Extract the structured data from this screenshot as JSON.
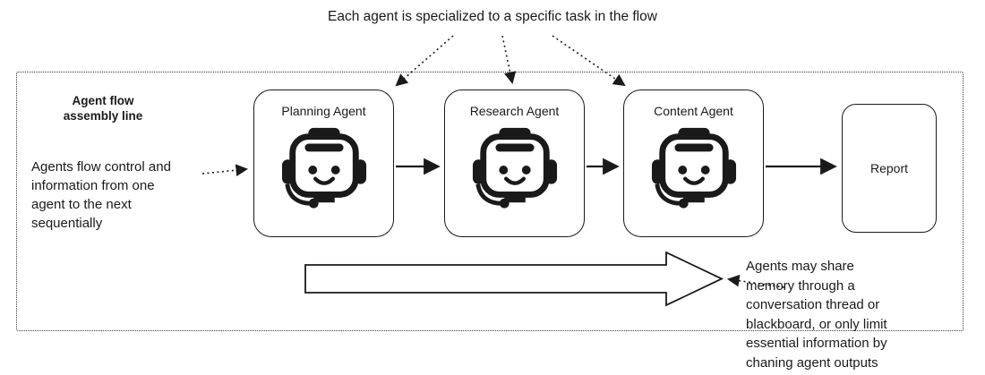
{
  "diagram": {
    "top_caption": "Each agent is specialized to a specific task in the flow",
    "assembly_label": {
      "line1": "Agent flow",
      "line2": "assembly line"
    },
    "left_note_lines": [
      "Agents flow control and",
      "information from one",
      "agent to the next",
      "sequentially"
    ],
    "right_note_lines": [
      "Agents may share",
      "memory through a",
      "conversation thread or",
      "blackboard, or only limit",
      "essential information by",
      "chaning agent outputs"
    ],
    "agents": [
      {
        "label": "Planning Agent",
        "icon": "robot-headset-icon"
      },
      {
        "label": "Research Agent",
        "icon": "robot-headset-icon"
      },
      {
        "label": "Content Agent",
        "icon": "robot-headset-icon"
      }
    ],
    "report_label": "Report",
    "colors": {
      "ink": "#1a1a1a",
      "background": "#ffffff"
    }
  }
}
